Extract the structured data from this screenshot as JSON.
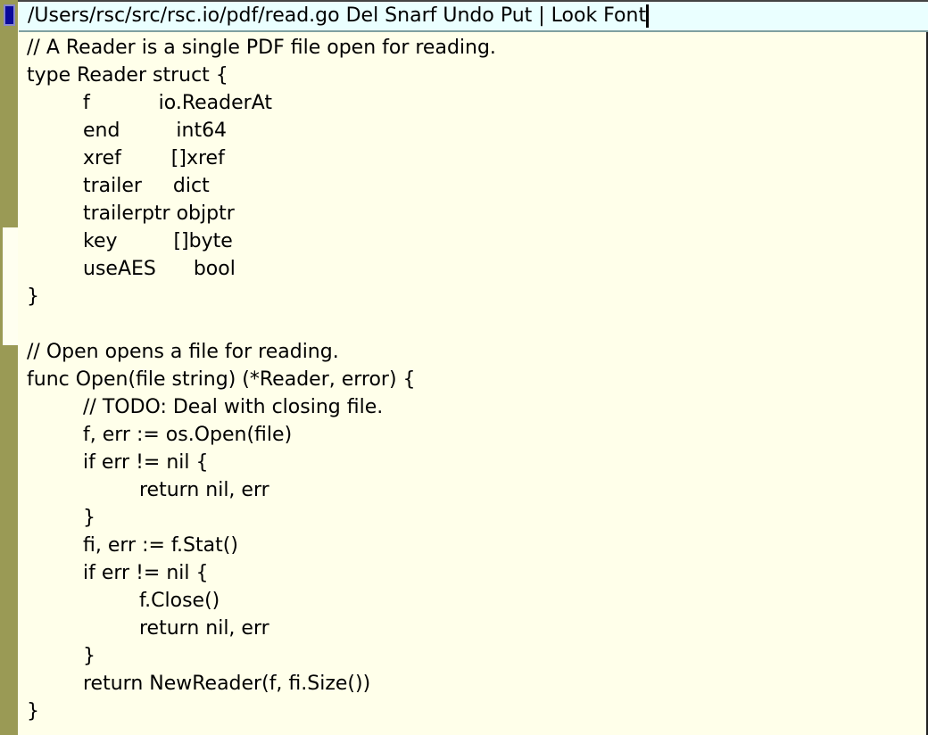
{
  "window": {
    "tag": "/Users/rsc/src/rsc.io/pdf/read.go Del Snarf Undo Put | Look Font"
  },
  "colors": {
    "body_bg": "#ffffea",
    "tag_bg": "#eaffff",
    "scrollbar": "#9a9a55",
    "tag_box": "#0a0a9a"
  },
  "scrollbar": {
    "visible_fraction_start": 0.31,
    "visible_fraction_end": 0.47
  },
  "code": {
    "lines": [
      {
        "indent": 0,
        "text": "// A Reader is a single PDF file open for reading."
      },
      {
        "indent": 0,
        "text": "type Reader struct {"
      },
      {
        "indent": 1,
        "text": "f           io.ReaderAt"
      },
      {
        "indent": 1,
        "text": "end         int64"
      },
      {
        "indent": 1,
        "text": "xref        []xref"
      },
      {
        "indent": 1,
        "text": "trailer     dict"
      },
      {
        "indent": 1,
        "text": "trailerptr objptr"
      },
      {
        "indent": 1,
        "text": "key         []byte"
      },
      {
        "indent": 1,
        "text": "useAES      bool"
      },
      {
        "indent": 0,
        "text": "}"
      },
      {
        "indent": 0,
        "text": ""
      },
      {
        "indent": 0,
        "text": "// Open opens a file for reading."
      },
      {
        "indent": 0,
        "text": "func Open(file string) (*Reader, error) {"
      },
      {
        "indent": 1,
        "text": "// TODO: Deal with closing file."
      },
      {
        "indent": 1,
        "text": "f, err := os.Open(file)"
      },
      {
        "indent": 1,
        "text": "if err != nil {"
      },
      {
        "indent": 2,
        "text": "return nil, err"
      },
      {
        "indent": 1,
        "text": "}"
      },
      {
        "indent": 1,
        "text": "fi, err := f.Stat()"
      },
      {
        "indent": 1,
        "text": "if err != nil {"
      },
      {
        "indent": 2,
        "text": "f.Close()"
      },
      {
        "indent": 2,
        "text": "return nil, err"
      },
      {
        "indent": 1,
        "text": "}"
      },
      {
        "indent": 1,
        "text": "return NewReader(f, fi.Size())"
      },
      {
        "indent": 0,
        "text": "}"
      }
    ]
  }
}
